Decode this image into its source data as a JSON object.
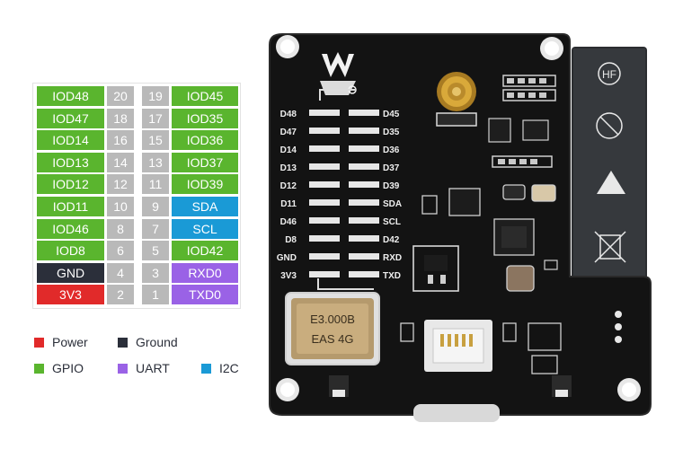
{
  "pinout": {
    "rows": [
      {
        "left_label": "IOD48",
        "left_num": "20",
        "right_num": "19",
        "right_label": "IOD45",
        "left_type": "gpio",
        "right_type": "gpio"
      },
      {
        "left_label": "IOD47",
        "left_num": "18",
        "right_num": "17",
        "right_label": "IOD35",
        "left_type": "gpio",
        "right_type": "gpio"
      },
      {
        "left_label": "IOD14",
        "left_num": "16",
        "right_num": "15",
        "right_label": "IOD36",
        "left_type": "gpio",
        "right_type": "gpio"
      },
      {
        "left_label": "IOD13",
        "left_num": "14",
        "right_num": "13",
        "right_label": "IOD37",
        "left_type": "gpio",
        "right_type": "gpio"
      },
      {
        "left_label": "IOD12",
        "left_num": "12",
        "right_num": "11",
        "right_label": "IOD39",
        "left_type": "gpio",
        "right_type": "gpio"
      },
      {
        "left_label": "IOD11",
        "left_num": "10",
        "right_num": "9",
        "right_label": "SDA",
        "left_type": "gpio",
        "right_type": "i2c"
      },
      {
        "left_label": "IOD46",
        "left_num": "8",
        "right_num": "7",
        "right_label": "SCL",
        "left_type": "gpio",
        "right_type": "i2c"
      },
      {
        "left_label": "IOD8",
        "left_num": "6",
        "right_num": "5",
        "right_label": "IOD42",
        "left_type": "gpio",
        "right_type": "gpio"
      },
      {
        "left_label": "GND",
        "left_num": "4",
        "right_num": "3",
        "right_label": "RXD0",
        "left_type": "gnd",
        "right_type": "uart"
      },
      {
        "left_label": "3V3",
        "left_num": "2",
        "right_num": "1",
        "right_label": "TXD0",
        "left_type": "pwr",
        "right_type": "uart"
      }
    ]
  },
  "legend": {
    "power": {
      "label": "Power",
      "color": "#e12a2a"
    },
    "ground": {
      "label": "Ground",
      "color": "#2b2f3a"
    },
    "gpio": {
      "label": "GPIO",
      "color": "#5ab52e"
    },
    "uart": {
      "label": "UART",
      "color": "#9a62e6"
    },
    "i2c": {
      "label": "I2C",
      "color": "#1a9ad6"
    }
  },
  "board": {
    "silkscreen_left": [
      "D48",
      "D47",
      "D14",
      "D13",
      "D12",
      "D11",
      "D46",
      "D8",
      "GND",
      "3V3"
    ],
    "silkscreen_right": [
      "D45",
      "D35",
      "D36",
      "D37",
      "D39",
      "SDA",
      "SCL",
      "D42",
      "RXD",
      "TXD"
    ],
    "crystal_line1": "E3.000B",
    "crystal_line2": "EAS 4G",
    "sticker_text": "HF"
  }
}
